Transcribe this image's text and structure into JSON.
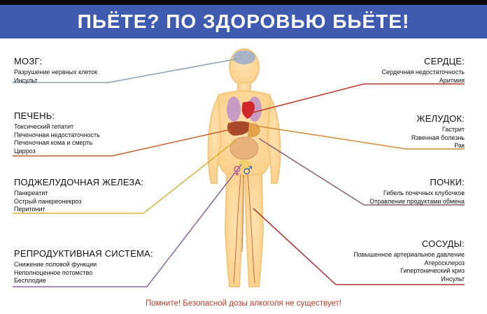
{
  "title": "ПЬЁТЕ? ПО ЗДОРОВЬЮ БЬЁТЕ!",
  "organs": {
    "brain": {
      "title": "МОЗГ:",
      "items": [
        "Разрушение нервных клеток",
        "Инсульт"
      ],
      "color": "#8aa0b4"
    },
    "liver": {
      "title": "ПЕЧЕНЬ:",
      "items": [
        "Токсический гепатит",
        "Печеночная недостаточность",
        "Печеночная кома и смерть",
        "Цирроз"
      ],
      "color": "#c0632e"
    },
    "pancreas": {
      "title": "ПОДЖЕЛУДОЧНАЯ ЖЕЛЕЗА:",
      "items": [
        "Панкреатит",
        "Острый панкреонекроз",
        "Перитонит"
      ],
      "color": "#d8b13a"
    },
    "reproductive": {
      "title": "РЕПРОДУКТИВНАЯ СИСТЕМА:",
      "items": [
        "Снижение половой функции",
        "Неполноценное потомство",
        "Бесплодие"
      ],
      "color": "#8a63a6"
    },
    "heart": {
      "title": "СЕРДЦЕ:",
      "items": [
        "Сердечная недостаточность",
        "Аритмия"
      ],
      "color": "#c0392b"
    },
    "stomach": {
      "title": "ЖЕЛУДОК:",
      "items": [
        "Гастрит",
        "Язвенная болезнь",
        "Рак"
      ],
      "color": "#d08a3a"
    },
    "kidneys": {
      "title": "ПОЧКИ:",
      "items": [
        "Гибель почечных клубочков",
        "Отравление продуктами обмена"
      ],
      "color": "#8a6070"
    },
    "vessels": {
      "title": "СОСУДЫ:",
      "items": [
        "Повышенное артериальное давление",
        "Атеросклероз",
        "Гипертонический криз",
        "Инсульт"
      ],
      "color": "#b03030"
    }
  },
  "footer": "Помните! Безопасной дозы алкоголя не существует!"
}
